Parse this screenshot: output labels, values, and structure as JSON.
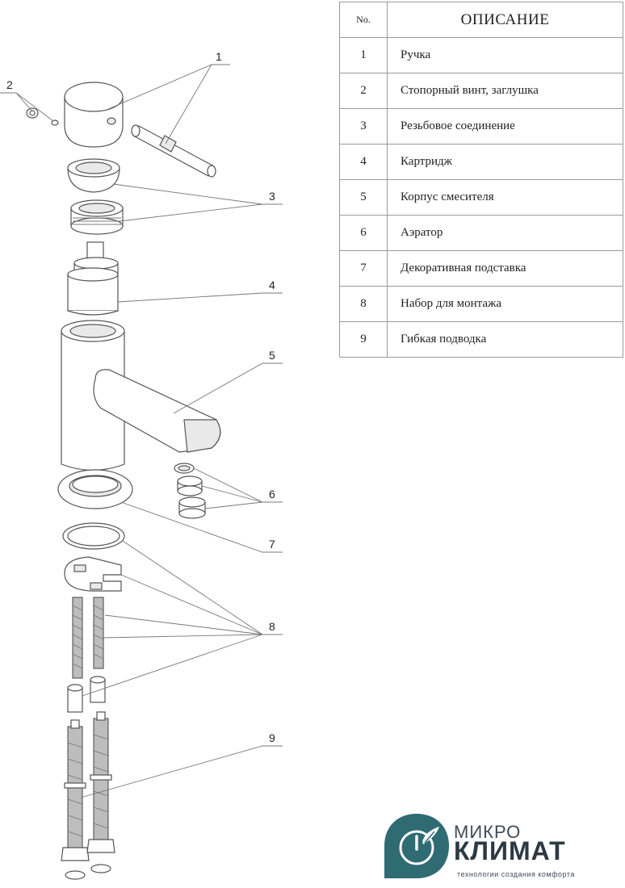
{
  "table": {
    "header_no": "No.",
    "header_desc": "ОПИСАНИЕ",
    "rows": [
      {
        "no": "1",
        "desc": "Ручка"
      },
      {
        "no": "2",
        "desc": "Стопорный винт, заглушка"
      },
      {
        "no": "3",
        "desc": "Резьбовое соединение"
      },
      {
        "no": "4",
        "desc": "Картридж"
      },
      {
        "no": "5",
        "desc": "Корпус смесителя"
      },
      {
        "no": "6",
        "desc": "Аэратор"
      },
      {
        "no": "7",
        "desc": "Декоративная подставка"
      },
      {
        "no": "8",
        "desc": "Набор для монтажа"
      },
      {
        "no": "9",
        "desc": "Гибкая подводка"
      }
    ]
  },
  "callouts": [
    "1",
    "2",
    "3",
    "4",
    "5",
    "6",
    "7",
    "8",
    "9"
  ],
  "brand": {
    "line1": "МИКРО",
    "line2": "КЛИМАТ",
    "tagline": "технологии создания комфорта",
    "logo_icon": "leaf-power-icon",
    "color": "#2f6b73"
  }
}
